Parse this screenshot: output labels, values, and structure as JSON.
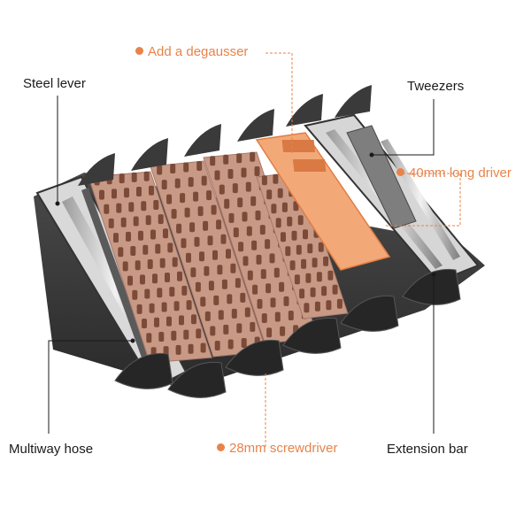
{
  "labels": {
    "steel_lever": "Steel lever",
    "degausser": "Add a degausser",
    "tweezers": "Tweezers",
    "long_driver": "40mm long driver",
    "multiway_hose": "Multiway hose",
    "screwdriver": "28mm screwdriver",
    "extension_bar": "Extension bar"
  },
  "colors": {
    "accent": "#e8834a",
    "tray": "#3a3a3a",
    "tray_dark": "#262626",
    "holder": "#c89a86",
    "bit": "#7b4a38",
    "orange_tray": "#f3a877"
  }
}
